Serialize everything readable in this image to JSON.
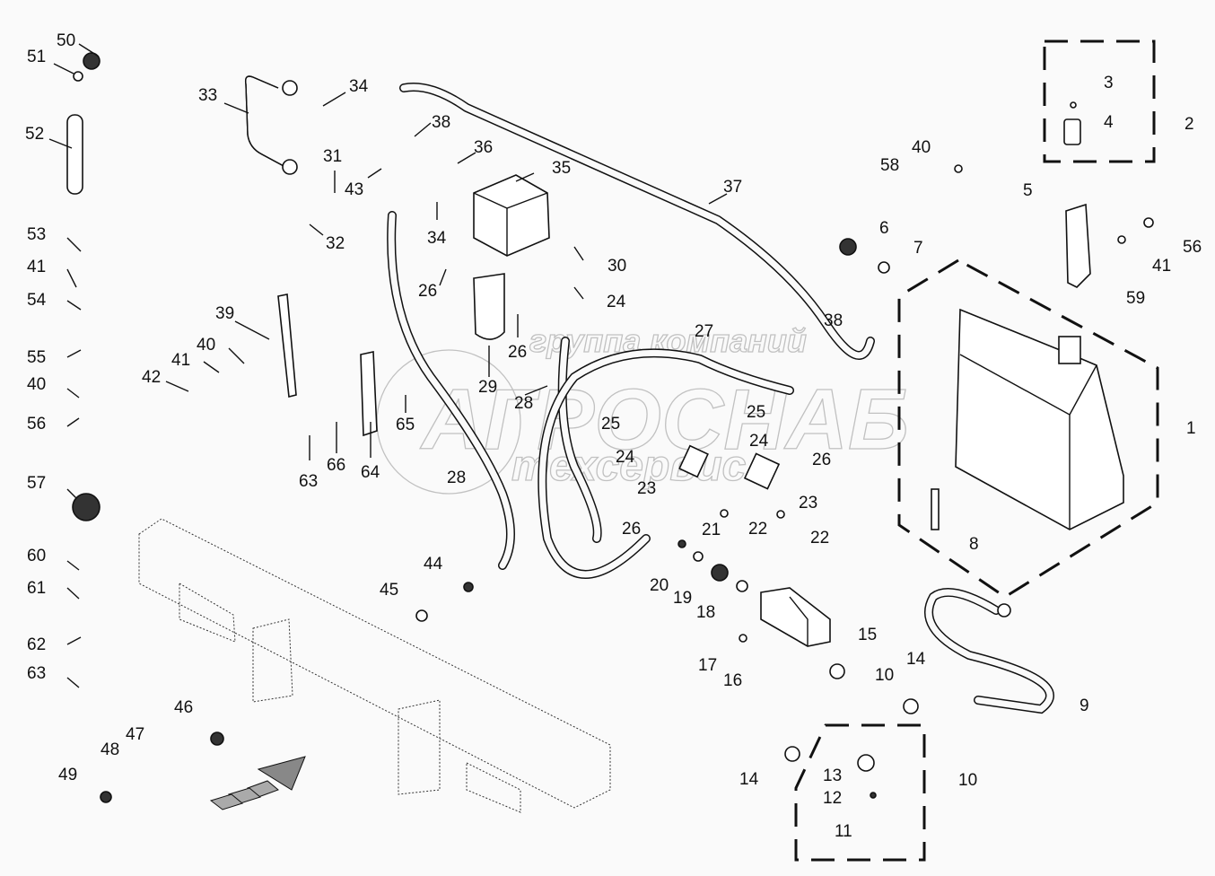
{
  "title": "Hydraulic system exploded parts diagram",
  "watermark": {
    "line1": "группа компаний",
    "line2": "АГРОСНАБ",
    "line3": "техсервис"
  },
  "callouts": [
    {
      "id": "c1",
      "label": "1"
    },
    {
      "id": "c2",
      "label": "2"
    },
    {
      "id": "c3",
      "label": "3"
    },
    {
      "id": "c4",
      "label": "4"
    },
    {
      "id": "c5",
      "label": "5"
    },
    {
      "id": "c6",
      "label": "6"
    },
    {
      "id": "c7",
      "label": "7"
    },
    {
      "id": "c8",
      "label": "8"
    },
    {
      "id": "c9",
      "label": "9"
    },
    {
      "id": "c10a",
      "label": "10"
    },
    {
      "id": "c10b",
      "label": "10"
    },
    {
      "id": "c11",
      "label": "11"
    },
    {
      "id": "c12",
      "label": "12"
    },
    {
      "id": "c13",
      "label": "13"
    },
    {
      "id": "c14a",
      "label": "14"
    },
    {
      "id": "c14b",
      "label": "14"
    },
    {
      "id": "c15",
      "label": "15"
    },
    {
      "id": "c16",
      "label": "16"
    },
    {
      "id": "c17",
      "label": "17"
    },
    {
      "id": "c18",
      "label": "18"
    },
    {
      "id": "c19",
      "label": "19"
    },
    {
      "id": "c20",
      "label": "20"
    },
    {
      "id": "c21",
      "label": "21"
    },
    {
      "id": "c22a",
      "label": "22"
    },
    {
      "id": "c22b",
      "label": "22"
    },
    {
      "id": "c23a",
      "label": "23"
    },
    {
      "id": "c23b",
      "label": "23"
    },
    {
      "id": "c24a",
      "label": "24"
    },
    {
      "id": "c24b",
      "label": "24"
    },
    {
      "id": "c24c",
      "label": "24"
    },
    {
      "id": "c25a",
      "label": "25"
    },
    {
      "id": "c25b",
      "label": "25"
    },
    {
      "id": "c26a",
      "label": "26"
    },
    {
      "id": "c26b",
      "label": "26"
    },
    {
      "id": "c26c",
      "label": "26"
    },
    {
      "id": "c26d",
      "label": "26"
    },
    {
      "id": "c27",
      "label": "27"
    },
    {
      "id": "c28a",
      "label": "28"
    },
    {
      "id": "c28b",
      "label": "28"
    },
    {
      "id": "c29",
      "label": "29"
    },
    {
      "id": "c30",
      "label": "30"
    },
    {
      "id": "c31",
      "label": "31"
    },
    {
      "id": "c32",
      "label": "32"
    },
    {
      "id": "c33",
      "label": "33"
    },
    {
      "id": "c34a",
      "label": "34"
    },
    {
      "id": "c34b",
      "label": "34"
    },
    {
      "id": "c35",
      "label": "35"
    },
    {
      "id": "c36",
      "label": "36"
    },
    {
      "id": "c37",
      "label": "37"
    },
    {
      "id": "c38a",
      "label": "38"
    },
    {
      "id": "c38b",
      "label": "38"
    },
    {
      "id": "c39",
      "label": "39"
    },
    {
      "id": "c40a",
      "label": "40"
    },
    {
      "id": "c40b",
      "label": "40"
    },
    {
      "id": "c40c",
      "label": "40"
    },
    {
      "id": "c41a",
      "label": "41"
    },
    {
      "id": "c41b",
      "label": "41"
    },
    {
      "id": "c41c",
      "label": "41"
    },
    {
      "id": "c42",
      "label": "42"
    },
    {
      "id": "c43",
      "label": "43"
    },
    {
      "id": "c44",
      "label": "44"
    },
    {
      "id": "c45",
      "label": "45"
    },
    {
      "id": "c46",
      "label": "46"
    },
    {
      "id": "c47",
      "label": "47"
    },
    {
      "id": "c48",
      "label": "48"
    },
    {
      "id": "c49",
      "label": "49"
    },
    {
      "id": "c50",
      "label": "50"
    },
    {
      "id": "c51",
      "label": "51"
    },
    {
      "id": "c52",
      "label": "52"
    },
    {
      "id": "c53",
      "label": "53"
    },
    {
      "id": "c54",
      "label": "54"
    },
    {
      "id": "c55",
      "label": "55"
    },
    {
      "id": "c56a",
      "label": "56"
    },
    {
      "id": "c56b",
      "label": "56"
    },
    {
      "id": "c57",
      "label": "57"
    },
    {
      "id": "c58",
      "label": "58"
    },
    {
      "id": "c59",
      "label": "59"
    },
    {
      "id": "c60",
      "label": "60"
    },
    {
      "id": "c61",
      "label": "61"
    },
    {
      "id": "c62",
      "label": "62"
    },
    {
      "id": "c63a",
      "label": "63"
    },
    {
      "id": "c63b",
      "label": "63"
    },
    {
      "id": "c64",
      "label": "64"
    },
    {
      "id": "c65",
      "label": "65"
    },
    {
      "id": "c66",
      "label": "66"
    }
  ]
}
